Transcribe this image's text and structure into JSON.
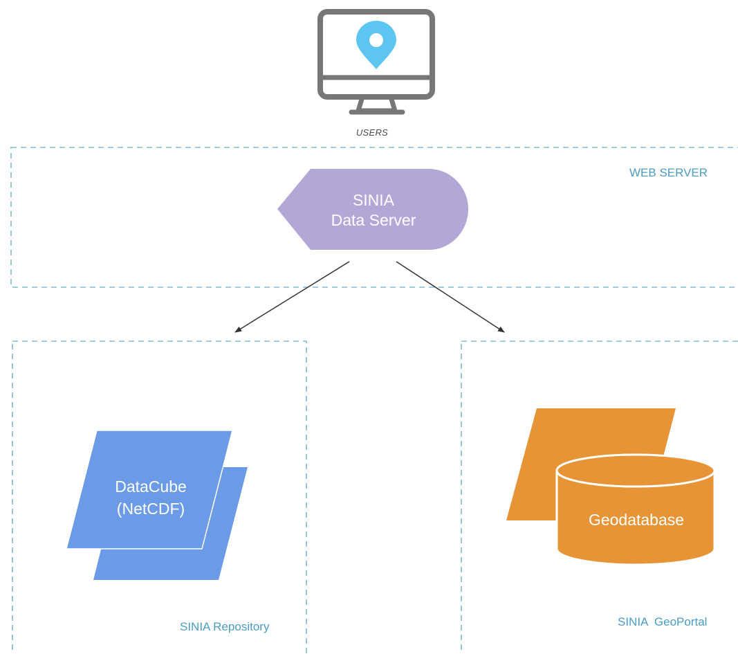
{
  "users": {
    "label": "USERS",
    "icon": "monitor-location-pin-icon"
  },
  "web_server": {
    "label": "WEB SERVER",
    "node": {
      "line1": "SINIA",
      "line2": "Data Server",
      "color": "#b3a7d8"
    }
  },
  "repository": {
    "label": "SINIA Repository",
    "node": {
      "line1": "DataCube",
      "line2": "(NetCDF)",
      "color": "#6b9be6"
    }
  },
  "geoportal": {
    "label": "SINIA  GeoPortal",
    "node": {
      "line1": "Geodatabase",
      "color": "#e79436"
    }
  },
  "colors": {
    "zone_border": "#7fb8cf",
    "zone_label": "#4a9cc4",
    "monitor_gray": "#777777",
    "pin_blue": "#5dc5f1",
    "arrow": "#333333"
  }
}
